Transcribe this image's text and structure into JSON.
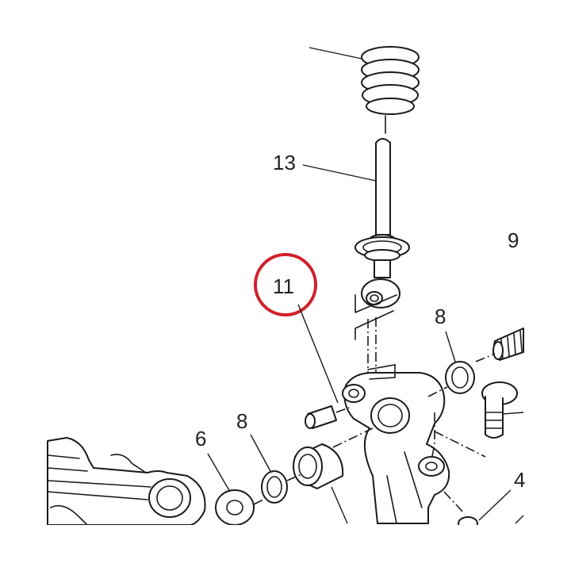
{
  "diagram": {
    "callouts": {
      "c13": "13",
      "c9": "9",
      "c11": "11",
      "c8a": "8",
      "c8b": "8",
      "c6": "6",
      "c4": "4"
    },
    "highlight_color": "#d0202a",
    "line_color": "#1a1a1a"
  }
}
